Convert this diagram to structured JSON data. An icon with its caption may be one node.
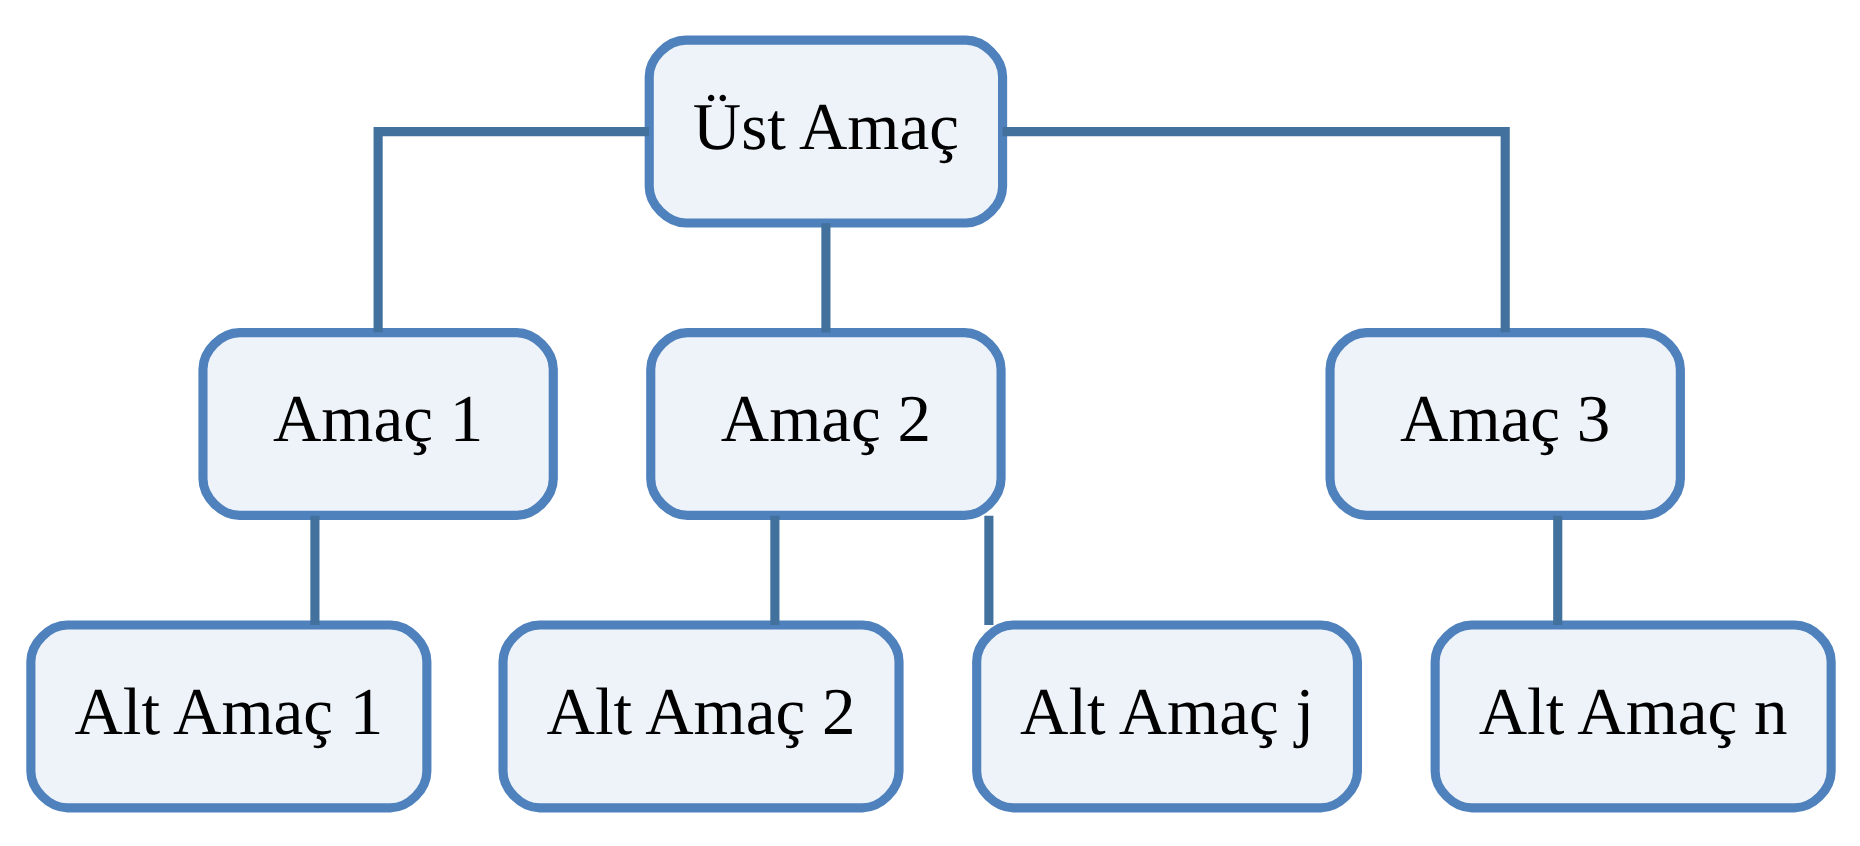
{
  "diagram": {
    "nodes": [
      {
        "text": [
          "Üst Amaç"
        ]
      },
      {
        "text": [
          "Amaç 1"
        ]
      },
      {
        "text": [
          "Amaç 2"
        ]
      },
      {
        "text": [
          "Amaç 3"
        ]
      },
      {
        "text": [
          "Alt Amaç 1"
        ]
      },
      {
        "text": [
          "Alt Amaç 2"
        ]
      },
      {
        "text": [
          "Alt Amaç j"
        ]
      },
      {
        "text": [
          "Alt Amaç n"
        ]
      }
    ],
    "edges": [
      {
        "from": 0,
        "to": 1,
        "arrow": "none"
      },
      {
        "from": 0,
        "to": 2,
        "arrow": "none"
      },
      {
        "from": 0,
        "to": 3,
        "arrow": "none"
      },
      {
        "from": 1,
        "to": 4,
        "arrow": "none"
      },
      {
        "from": 2,
        "to": 5,
        "arrow": "none"
      },
      {
        "from": 2,
        "to": 6,
        "arrow": "none"
      },
      {
        "from": 3,
        "to": 7,
        "arrow": "none"
      }
    ]
  }
}
